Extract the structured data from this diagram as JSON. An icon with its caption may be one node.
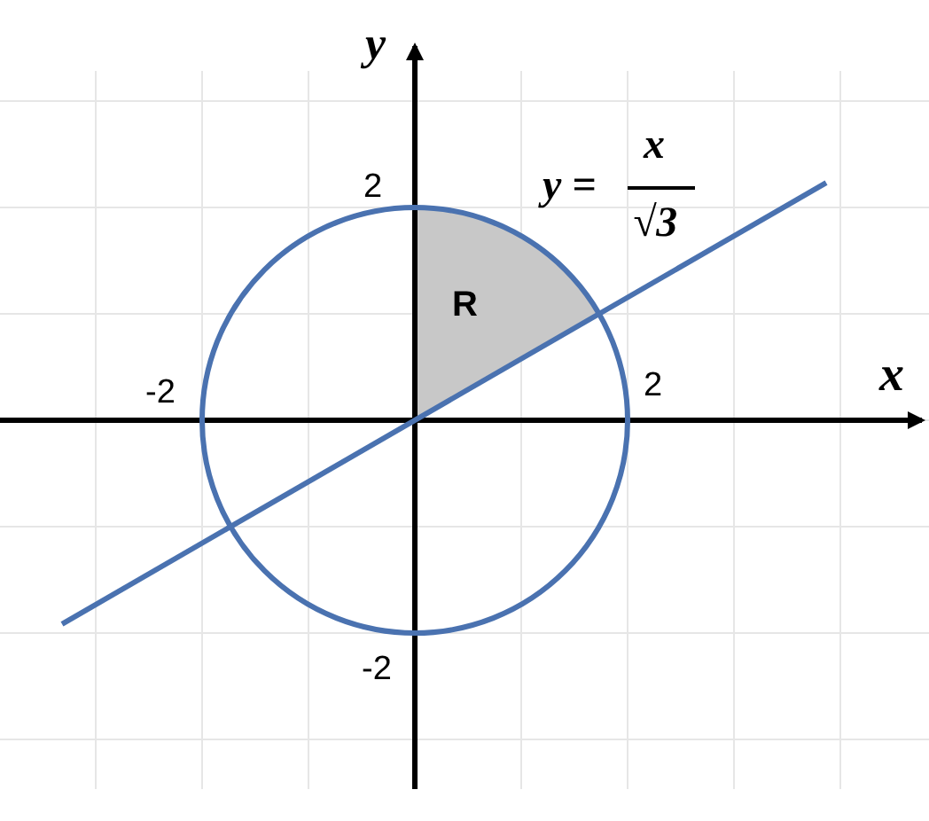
{
  "diagram": {
    "labels": [
      "y",
      "2",
      "y =",
      "x",
      "√3",
      "R",
      "x",
      "-2",
      "2",
      "-2"
    ]
  }
}
